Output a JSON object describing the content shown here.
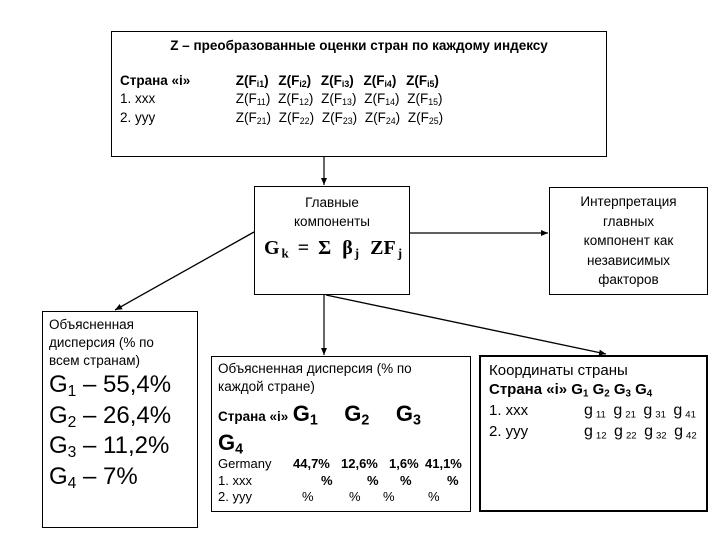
{
  "top_box": {
    "title": "Z – преобразованные оценки стран по каждому индексу",
    "header": {
      "label": "Страна «i»",
      "cells": [
        {
          "base": "Z(F",
          "sub": "i1",
          "close": ")"
        },
        {
          "base": "Z(F",
          "sub": "i2",
          "close": ")"
        },
        {
          "base": "Z(F",
          "sub": "i3",
          "close": ")"
        },
        {
          "base": "Z(F",
          "sub": "i4",
          "close": ")"
        },
        {
          "base": "Z(F",
          "sub": "i5",
          "close": ")"
        }
      ]
    },
    "rows": [
      {
        "label": "1. xxx",
        "cells": [
          {
            "base": "Z(F",
            "sub": "11",
            "close": ")"
          },
          {
            "base": "Z(F",
            "sub": "12",
            "close": ")"
          },
          {
            "base": "Z(F",
            "sub": "13",
            "close": ")"
          },
          {
            "base": "Z(F",
            "sub": "14",
            "close": ")"
          },
          {
            "base": "Z(F",
            "sub": "15",
            "close": ")"
          }
        ]
      },
      {
        "label": "2. yyy",
        "cells": [
          {
            "base": "Z(F",
            "sub": "21",
            "close": ")"
          },
          {
            "base": "Z(F",
            "sub": "22",
            "close": ")"
          },
          {
            "base": "Z(F",
            "sub": "23",
            "close": ")"
          },
          {
            "base": "Z(F",
            "sub": "24",
            "close": ")"
          },
          {
            "base": "Z(F",
            "sub": "25",
            "close": ")"
          }
        ]
      }
    ]
  },
  "main_box": {
    "title_line1": "Главные",
    "title_line2": "компоненты",
    "formula": {
      "g": "G",
      "g_sub": "k",
      "eq": "=",
      "sigma": "Σ",
      "beta": "β",
      "beta_sub": "j",
      "zf": "ZF",
      "zf_sub": "j"
    }
  },
  "interp_box": {
    "lines": [
      "Интерпретация",
      "главных",
      "компонент как",
      "независимых",
      "факторов"
    ]
  },
  "left_box": {
    "caption_lines": [
      "Объясненная",
      "дисперсия (% по",
      "всем странам)"
    ],
    "items": [
      {
        "g": "G",
        "sub": "1",
        "value": " – 55,4%"
      },
      {
        "g": "G",
        "sub": "2",
        "value": " – 26,4%"
      },
      {
        "g": "G",
        "sub": "3",
        "value": " – 11,2%"
      },
      {
        "g": "G",
        "sub": "4",
        "value": " – 7%"
      }
    ]
  },
  "mid_box": {
    "caption_lines": [
      "Объясненная дисперсия (% по",
      "каждой стране)"
    ],
    "header_label": "Страна «i»",
    "components": [
      {
        "g": "G",
        "sub": "1"
      },
      {
        "g": "G",
        "sub": "2"
      },
      {
        "g": "G",
        "sub": "3"
      },
      {
        "g": "G",
        "sub": "4"
      }
    ],
    "rows": [
      {
        "label": "Germany",
        "values": [
          "44,7%",
          "12,6%",
          "1,6%",
          "41,1%"
        ]
      },
      {
        "label": "1. xxx",
        "values": [
          "%",
          "%",
          "%",
          "%"
        ]
      },
      {
        "label": "2. yyy",
        "values": [
          "%",
          "%",
          "%",
          "%"
        ]
      }
    ]
  },
  "right_box": {
    "title": "Координаты страны",
    "header_label": "Страна «i»",
    "components": [
      {
        "g": "G",
        "sub": "1"
      },
      {
        "g": "G",
        "sub": "2"
      },
      {
        "g": "G",
        "sub": "3"
      },
      {
        "g": "G",
        "sub": "4"
      }
    ],
    "rows": [
      {
        "label": "1. xxx",
        "values": [
          {
            "g": "g",
            "sub": "11"
          },
          {
            "g": "g",
            "sub": "21"
          },
          {
            "g": "g",
            "sub": "31"
          },
          {
            "g": "g",
            "sub": "41"
          }
        ]
      },
      {
        "label": "2. yyy",
        "values": [
          {
            "g": "g",
            "sub": "12"
          },
          {
            "g": "g",
            "sub": "22"
          },
          {
            "g": "g",
            "sub": "32"
          },
          {
            "g": "g",
            "sub": "42"
          }
        ]
      }
    ]
  }
}
